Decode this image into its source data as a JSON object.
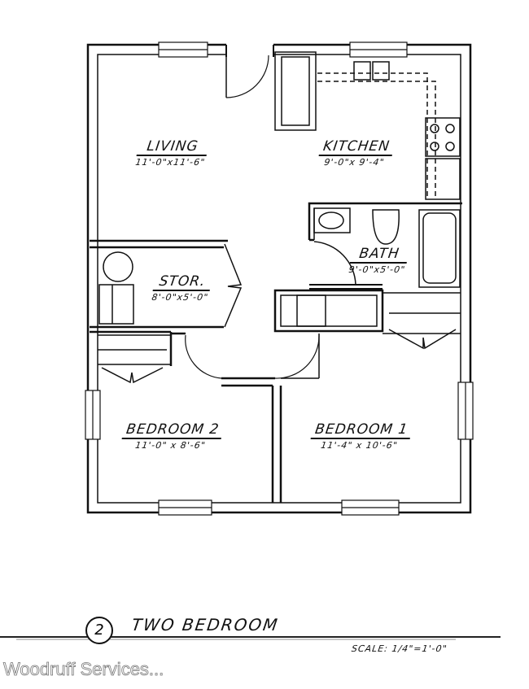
{
  "rooms": {
    "living": {
      "name": "LIVING",
      "dims": "11'-0\"x11'-6\""
    },
    "kitchen": {
      "name": "KITCHEN",
      "dims": "9'-0\"x 9'-4\""
    },
    "bath": {
      "name": "BATH",
      "dims": "9'-0\"x5'-0\""
    },
    "storage": {
      "name": "STOR.",
      "dims": "8'-0\"x5'-0\""
    },
    "bedroom2": {
      "name": "BEDROOM 2",
      "dims": "11'-0\" x 8'-6\""
    },
    "bedroom1": {
      "name": "BEDROOM 1",
      "dims": "11'-4\" x 10'-6\""
    }
  },
  "footer": {
    "plan_number": "2",
    "plan_title": "TWO BEDROOM",
    "scale": "SCALE: 1/4\"=1'-0\"",
    "watermark": "Woodruff Services..."
  }
}
